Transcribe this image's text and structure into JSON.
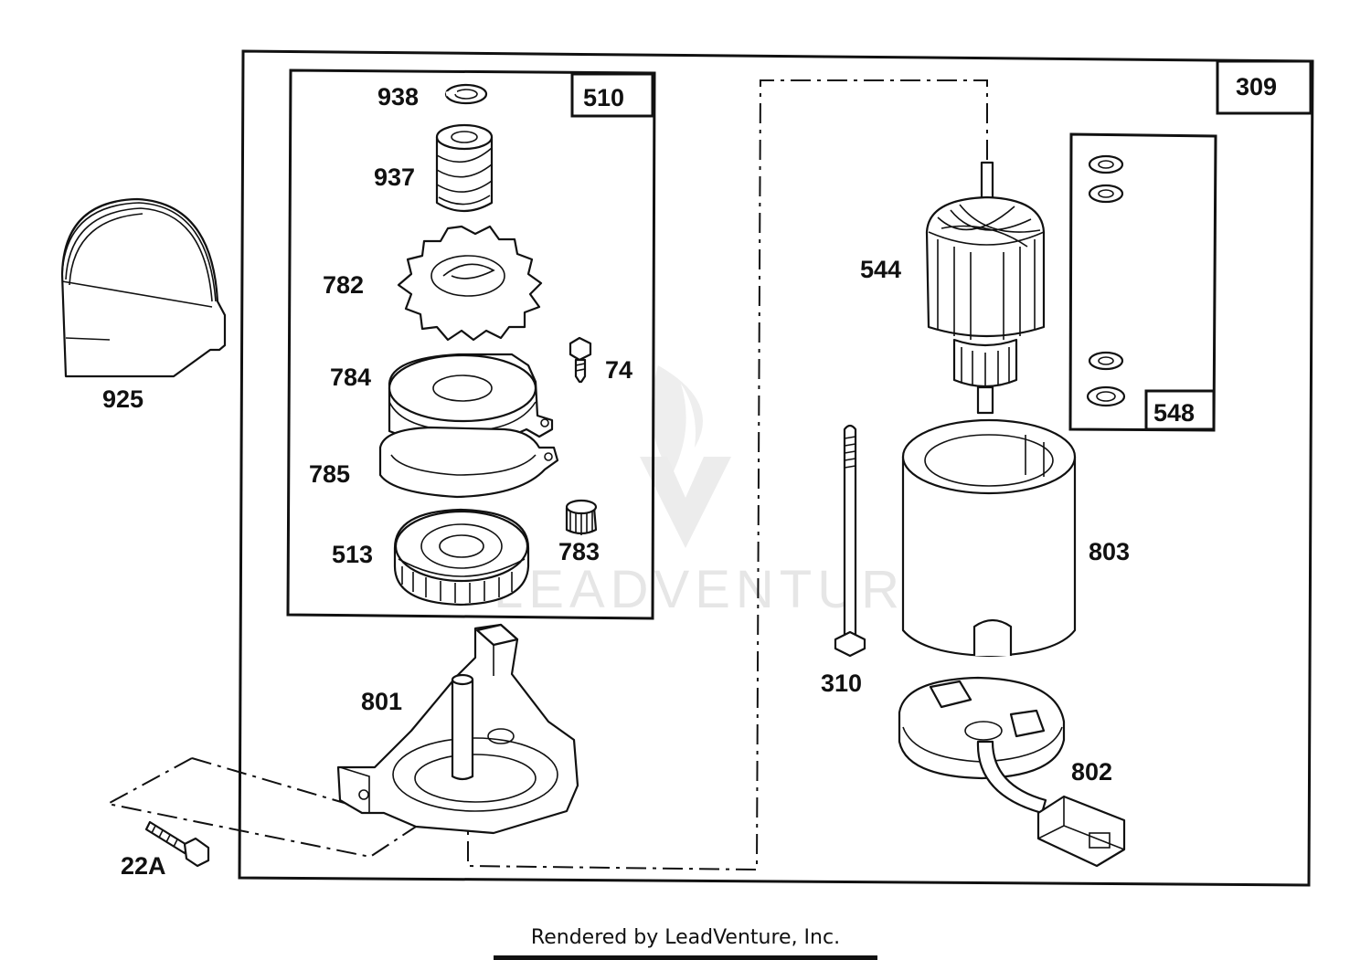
{
  "watermark": "LEADVENTURE",
  "footer": {
    "text": "Rendered by LeadVenture, Inc."
  },
  "boxes": {
    "outer": "309",
    "gear_kit": "510",
    "washer_kit": "548"
  },
  "labels": {
    "p925": "925",
    "p938": "938",
    "p937": "937",
    "p782": "782",
    "p74": "74",
    "p784": "784",
    "p785": "785",
    "p513": "513",
    "p783": "783",
    "p801": "801",
    "p22a": "22A",
    "p544": "544",
    "p310": "310",
    "p803": "803",
    "p802": "802"
  }
}
